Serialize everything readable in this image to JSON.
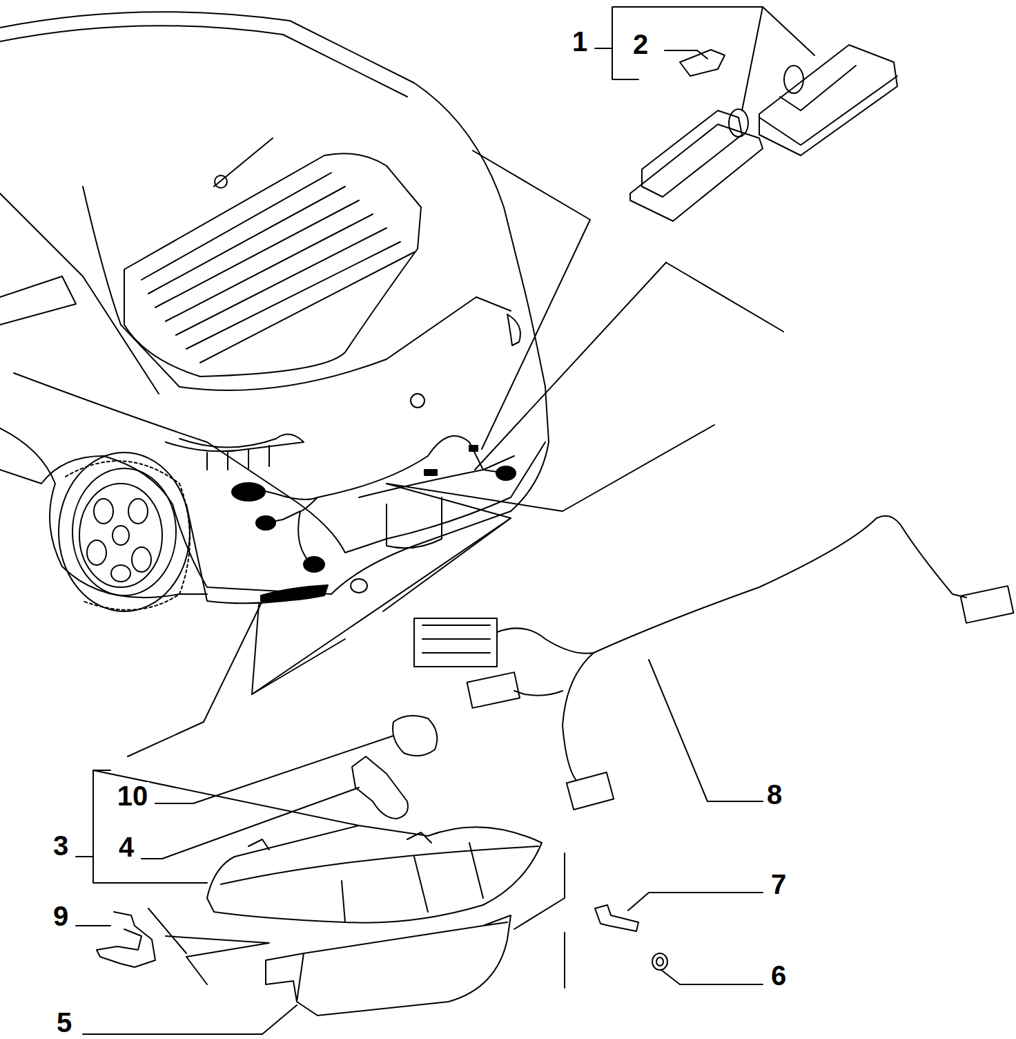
{
  "diagram": {
    "labels": [
      "1",
      "2",
      "10",
      "8",
      "3",
      "4",
      "7",
      "9",
      "6",
      "5"
    ]
  }
}
